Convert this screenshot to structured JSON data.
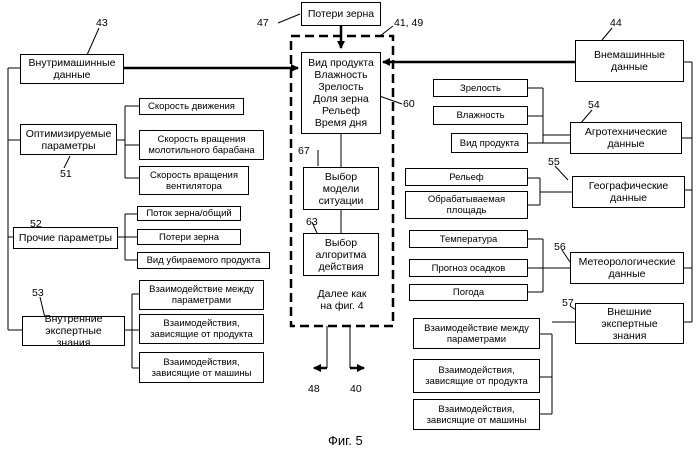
{
  "figure": {
    "caption": "Фиг. 5",
    "center_list": "Вид продукта\nВлажность\nЗрелость\nДоля зерна\nРельеф\nВремя дня",
    "center_note": "Далее как\nна фиг. 4",
    "labels": {
      "n43": "43",
      "n47": "47",
      "n4149": "41, 49",
      "n44": "44",
      "n60": "60",
      "n54": "54",
      "n51": "51",
      "n55": "55",
      "n67": "67",
      "n52": "52",
      "n63": "63",
      "n56": "56",
      "n53": "53",
      "n57": "57",
      "n48": "48",
      "n40": "40"
    },
    "boxes": {
      "grain_loss_top": "Потери зерна",
      "internal_data": "Внутримашинные\nданные",
      "external_data": "Внемашинные\nданные",
      "select_model": "Выбор\nмодели\nситуации",
      "select_algorithm": "Выбор\nалгоритма\nдействия",
      "optimized_params": "Оптимизируемые\nпараметры",
      "speed_motion": "Скорость движения",
      "drum_speed": "Скорость вращения\nмолотильного барабана",
      "fan_speed": "Скорость вращения\nвентилятора",
      "other_params": "Прочие параметры",
      "grain_flow": "Поток зерна/общий",
      "grain_loss": "Потери зерна",
      "crop_type_left": "Вид убираемого продукта",
      "internal_expert": "Внутренние\nэкспертные\nзнания",
      "int_param_interaction": "Взаимодействие между\nпараметрами",
      "int_product_interaction": "Взаимодействия,\nзависящие от продукта",
      "int_machine_interaction": "Взаимодействия,\nзависящие от машины",
      "ripeness": "Зрелость",
      "humidity": "Влажность",
      "crop_type_right": "Вид продукта",
      "agrotech": "Агротехнические\nданные",
      "relief": "Рельеф",
      "area": "Обрабатываемая\nплощадь",
      "geo": "Географические\nданные",
      "temperature": "Температура",
      "precipitation": "Прогноз осадков",
      "weather": "Погода",
      "meteo": "Метеорологические\nданные",
      "external_expert": "Внешние\nэкспертные\nзнания",
      "ext_param_interaction": "Взаимодействие между\nпараметрами",
      "ext_product_interaction": "Взаимодействия,\nзависящие от продукта",
      "ext_machine_interaction": "Взаимодействия,\nзависящие от машины"
    }
  }
}
